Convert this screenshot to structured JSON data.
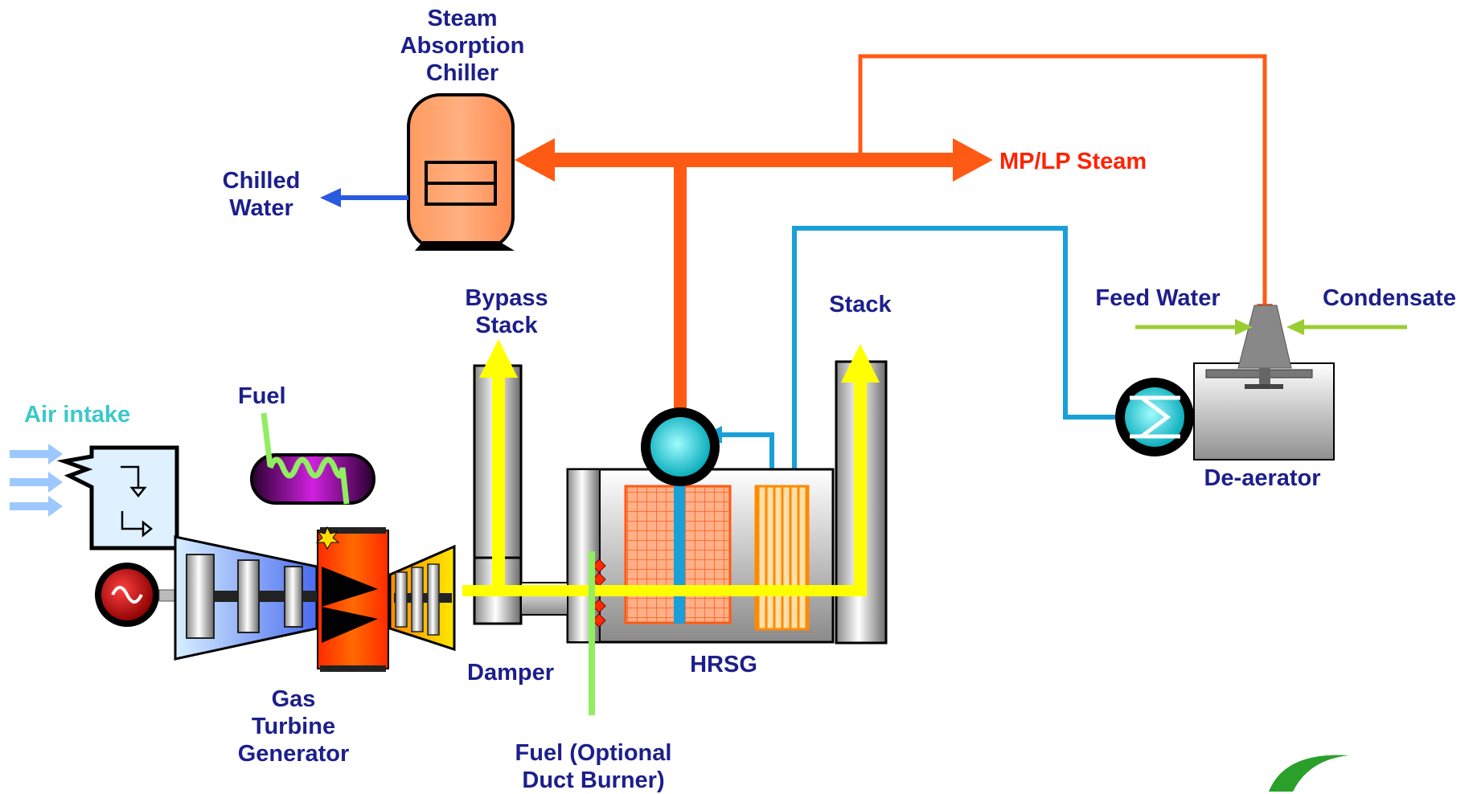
{
  "labels": {
    "chiller": [
      "Steam",
      "Absorption",
      "Chiller"
    ],
    "chilled_water": [
      "Chilled",
      "Water"
    ],
    "mp_lp_steam": "MP/LP Steam",
    "bypass_stack": [
      "Bypass",
      "Stack"
    ],
    "stack": "Stack",
    "feed_water": "Feed Water",
    "condensate": "Condensate",
    "air_intake": "Air intake",
    "fuel": "Fuel",
    "de_aerator": "De-aerator",
    "damper": "Damper",
    "hrsg": "HRSG",
    "gas_turbine": [
      "Gas",
      "Turbine",
      "Generator"
    ],
    "duct_fuel": [
      "Fuel (Optional",
      "Duct Burner)"
    ]
  },
  "colors": {
    "steam": "#ff5a14",
    "water": "#1aa0d8",
    "exhaust": "#ffff00",
    "fuel": "#90ee60",
    "air": "#9cc8ff",
    "chilled_water": "#2a5ae0",
    "feed": "#9acd32",
    "label_navy": "#1c1f8a",
    "label_teal": "#3cc8c8",
    "label_red": "#ff2200"
  }
}
